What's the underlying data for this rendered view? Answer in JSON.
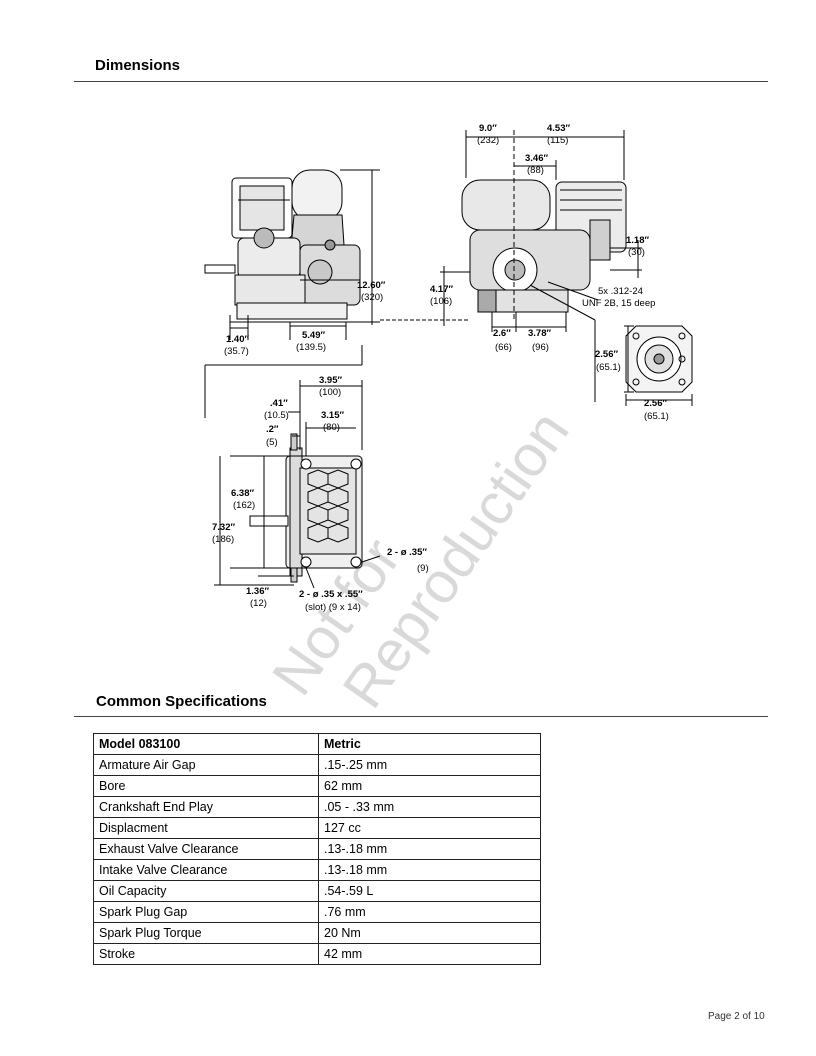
{
  "sections": {
    "dimensions_title": "Dimensions",
    "specs_title": "Common Specifications"
  },
  "watermark": {
    "line1": "Not for",
    "line2": "Reproduction"
  },
  "drawing": {
    "side": {
      "height_in": "12.60″",
      "height_mm": "(320)",
      "shaft_in": "1.40″",
      "shaft_mm": "(35.7)",
      "depth_in": "5.49″",
      "depth_mm": "(139.5)"
    },
    "front": {
      "w1_in": "9.0″",
      "w1_mm": "(232)",
      "w2_in": "4.53″",
      "w2_mm": "(115)",
      "w3_in": "3.46″",
      "w3_mm": "(88)",
      "h1_in": "1.18″",
      "h1_mm": "(30)",
      "h2_in": "4.17″",
      "h2_mm": "(106)",
      "b1_in": "2.6″",
      "b1_mm": "(66)",
      "b2_in": "3.78″",
      "b2_mm": "(96)",
      "thread1": "5x .312-24",
      "thread2": "UNF 2B, 15 deep"
    },
    "flange": {
      "h_in": "2.56″",
      "h_mm": "(65.1)",
      "w_in": "2.56″",
      "w_mm": "(65.1)"
    },
    "base": {
      "w1_in": "3.95″",
      "w1_mm": "(100)",
      "a_in": ".41″",
      "a_mm": "(10.5)",
      "b_in": ".2″",
      "b_mm": "(5)",
      "c_in": "3.15″",
      "c_mm": "(80)",
      "h1_in": "6.38″",
      "h1_mm": "(162)",
      "h2_in": "7.32″",
      "h2_mm": "(186)",
      "h3_in": "1.36″",
      "h3_mm": "(12)",
      "hole_in": "2 - ø .35″",
      "hole_mm": "(9)",
      "slot_in": "2 - ø .35 x .55″",
      "slot_mm": "(slot) (9 x 14)"
    }
  },
  "spec_table": {
    "header": [
      "Model 083100",
      "Metric"
    ],
    "rows": [
      [
        "Armature Air Gap",
        ".15-.25 mm"
      ],
      [
        "Bore",
        "62 mm"
      ],
      [
        "Crankshaft End Play",
        ".05 - .33 mm"
      ],
      [
        "Displacment",
        "127 cc"
      ],
      [
        "Exhaust Valve Clearance",
        ".13-.18 mm"
      ],
      [
        "Intake Valve Clearance",
        ".13-.18 mm"
      ],
      [
        "Oil Capacity",
        ".54-.59 L"
      ],
      [
        "Spark Plug Gap",
        ".76 mm"
      ],
      [
        "Spark Plug Torque",
        "20 Nm"
      ],
      [
        "Stroke",
        "42 mm"
      ]
    ]
  },
  "footer": {
    "page": "Page 2 of 10"
  }
}
